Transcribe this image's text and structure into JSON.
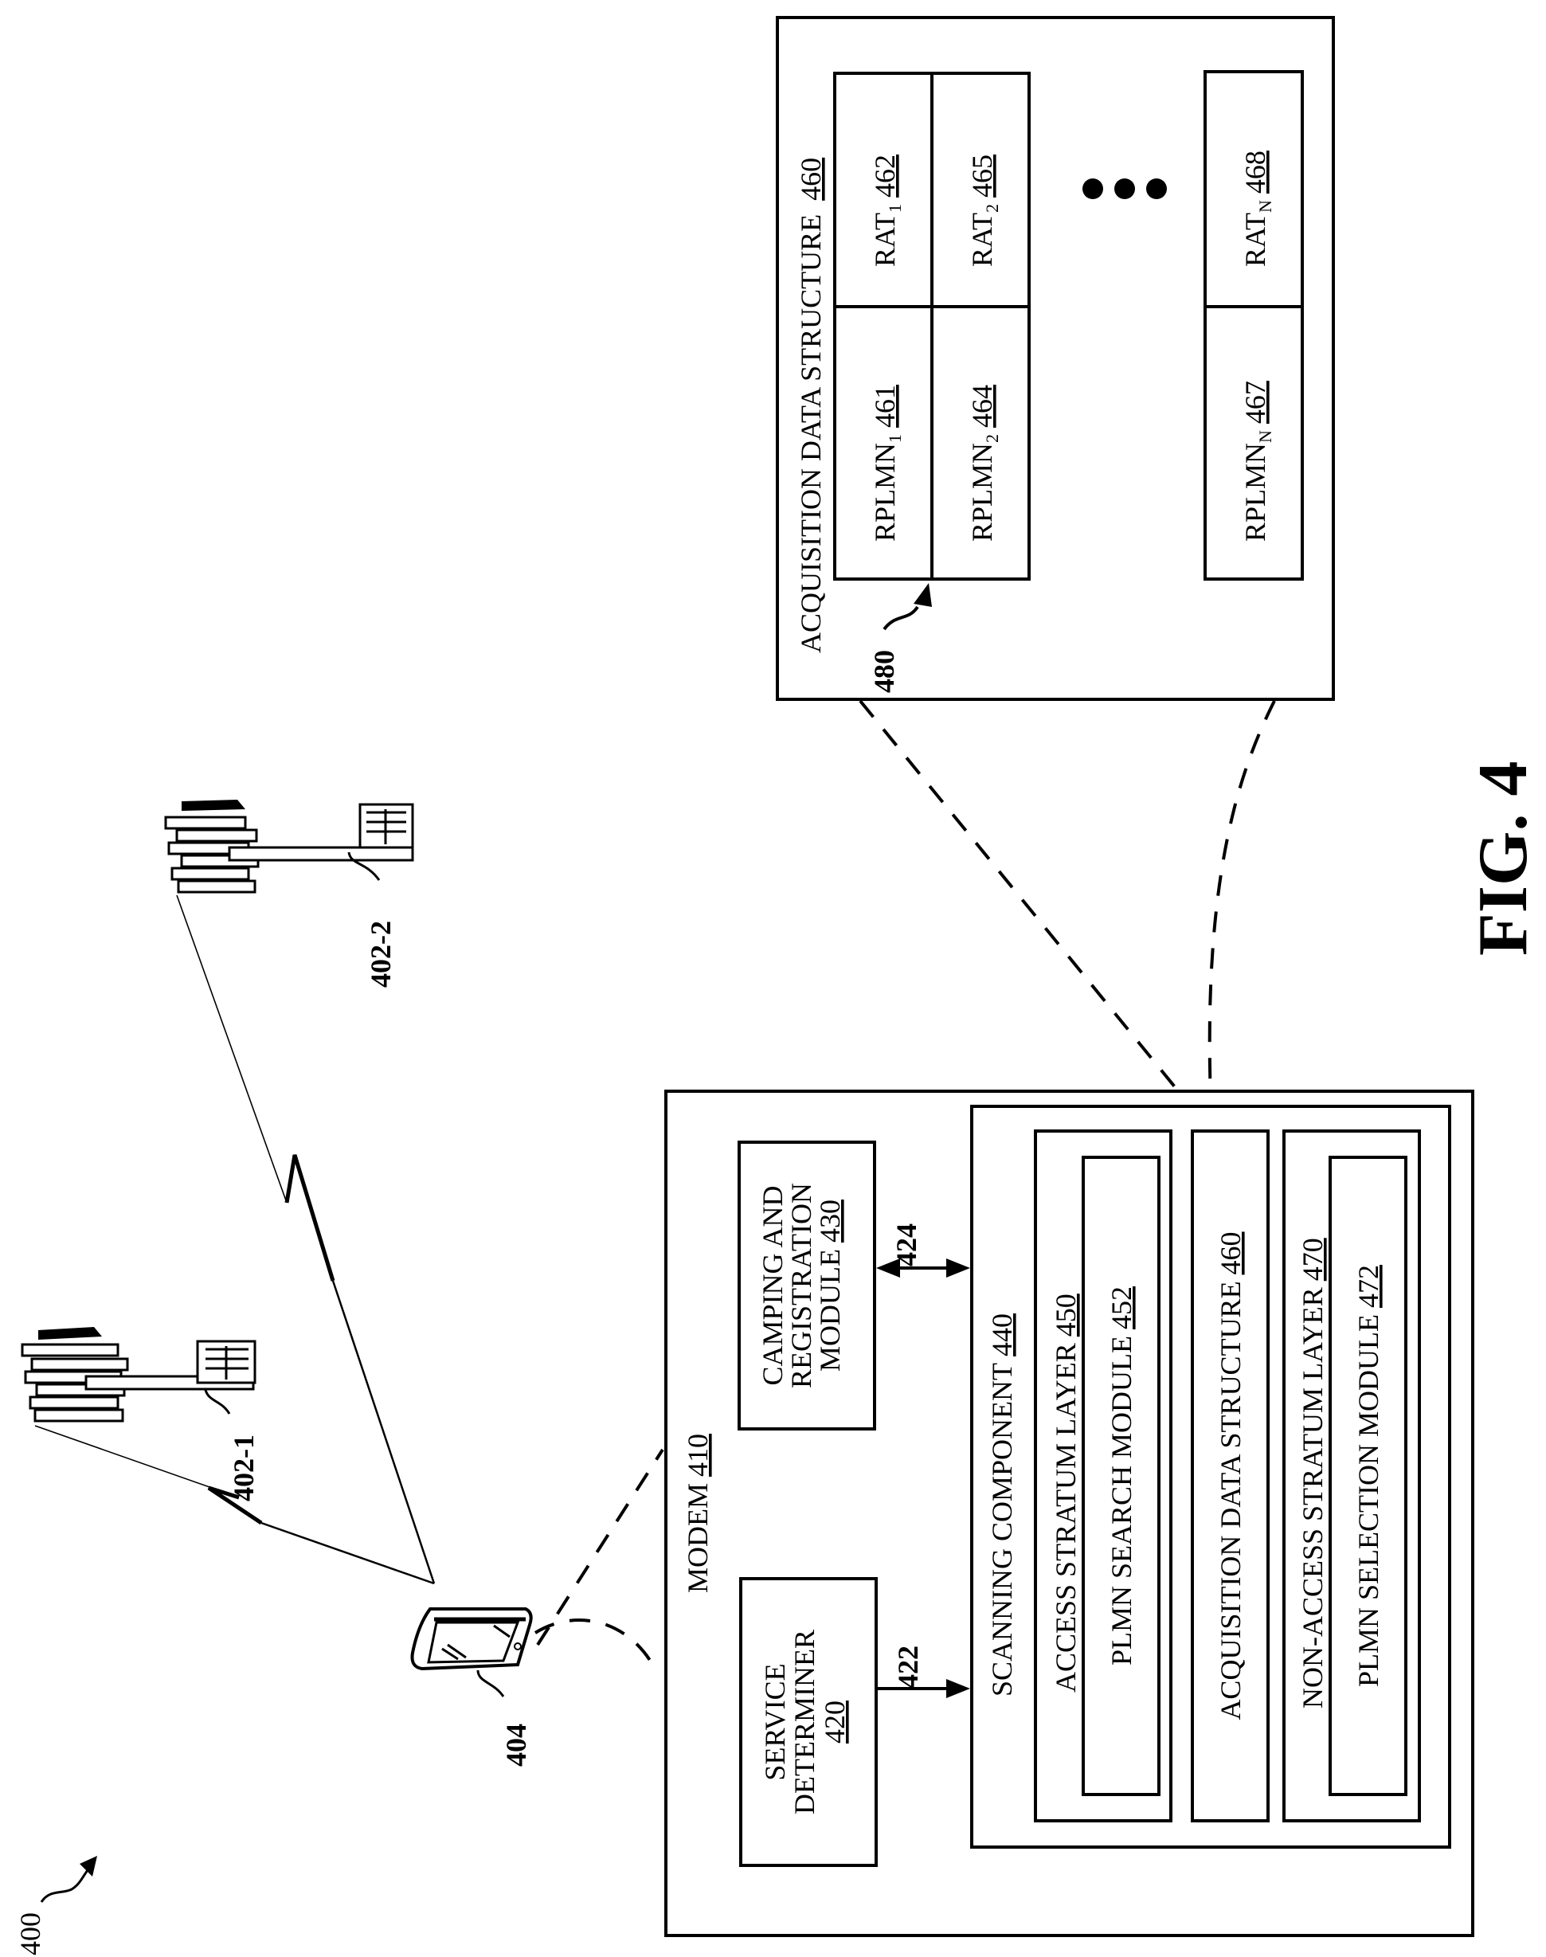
{
  "figure": {
    "label": "FIG. 4",
    "system_ref": "400"
  },
  "towers": [
    {
      "ref": "402-1"
    },
    {
      "ref": "402-2"
    }
  ],
  "device": {
    "ref": "404"
  },
  "modem": {
    "title": "MODEM",
    "ref": "410",
    "service_determiner": {
      "line1": "SERVICE",
      "line2": "DETERMINER",
      "ref": "420"
    },
    "camping_module": {
      "line1": "CAMPING AND",
      "line2": "REGISTRATION",
      "line3": "MODULE",
      "ref": "430"
    },
    "link_422": "422",
    "link_424": "424",
    "scanning_component": {
      "title": "SCANNING COMPONENT",
      "ref": "440",
      "access_stratum": {
        "title": "ACCESS STRATUM LAYER",
        "ref": "450",
        "module": "PLMN SEARCH MODULE",
        "module_ref": "452"
      },
      "acquisition_ds": {
        "title": "ACQUISITION DATA STRUCTURE",
        "ref": "460"
      },
      "non_access_stratum": {
        "title": "NON-ACCESS STRATUM LAYER",
        "ref": "470",
        "module": "PLMN SELECTION MODULE",
        "module_ref": "472"
      }
    }
  },
  "acquisition_data_structure": {
    "title": "ACQUISITION DATA STRUCTURE",
    "ref": "460",
    "pointer_ref": "480",
    "entries": [
      {
        "rplmn": "RPLMN",
        "rplmn_sub": "1",
        "rplmn_ref": "461",
        "rat": "RAT",
        "rat_sub": "1",
        "rat_ref": "462"
      },
      {
        "rplmn": "RPLMN",
        "rplmn_sub": "2",
        "rplmn_ref": "464",
        "rat": "RAT",
        "rat_sub": "2",
        "rat_ref": "465"
      },
      {
        "rplmn": "RPLMN",
        "rplmn_sub": "N",
        "rplmn_ref": "467",
        "rat": "RAT",
        "rat_sub": "N",
        "rat_ref": "468"
      }
    ],
    "ellipsis": "•••"
  }
}
